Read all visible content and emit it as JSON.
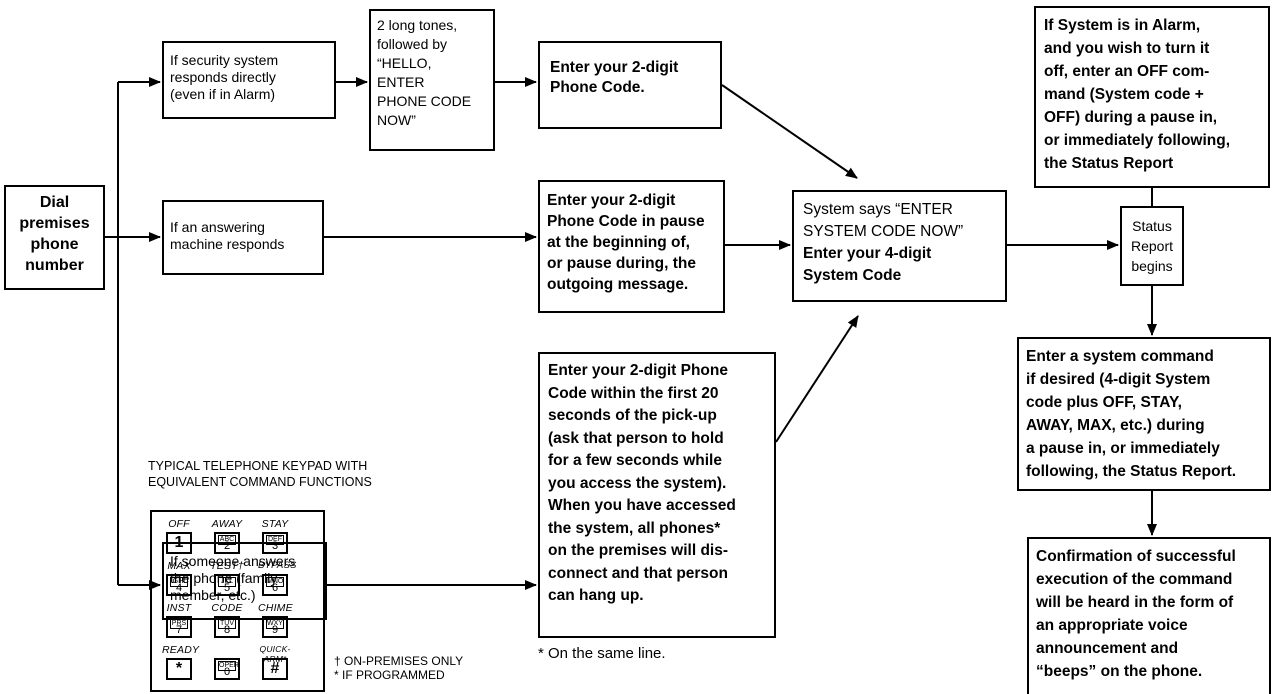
{
  "boxes": {
    "dial": [
      "Dial",
      "premises",
      "phone",
      "number"
    ],
    "security_responds": [
      "If security system",
      "responds directly",
      "(even if in Alarm)"
    ],
    "long_tones": [
      "2 long tones,",
      "followed by",
      "“HELLO,",
      "ENTER",
      "PHONE CODE",
      "NOW”"
    ],
    "enter_phone_code_1": [
      "Enter your 2-digit",
      "Phone Code."
    ],
    "answering_machine": [
      "If an answering",
      "machine responds"
    ],
    "enter_phone_code_2": [
      "Enter your 2-digit",
      "Phone Code in pause",
      "at the beginning of,",
      "or pause during, the",
      "outgoing message."
    ],
    "someone_answers": [
      "If someone answers",
      "the phone (family",
      "member, etc.)"
    ],
    "enter_phone_code_3": [
      "Enter your 2-digit Phone",
      "Code within the first 20",
      "seconds of the pick-up",
      "(ask that person to hold",
      "for a few seconds while",
      "you access the system).",
      "When you have accessed",
      "the system, all phones*",
      "on the premises will dis-",
      "connect and that person",
      "can hang up."
    ],
    "system_says": [
      "System says “ENTER",
      "SYSTEM CODE NOW”",
      "Enter your 4-digit",
      "System Code"
    ],
    "if_alarm": [
      "If System is in Alarm,",
      "and you wish to turn it",
      "off, enter an OFF com-",
      "mand (System code +",
      "OFF) during a pause in,",
      "or immediately following,",
      "the Status Report"
    ],
    "status_report": [
      "Status",
      "Report",
      "begins"
    ],
    "enter_command": [
      "Enter a system command",
      "if desired (4-digit System",
      "code plus OFF, STAY,",
      "AWAY, MAX, etc.) during",
      "a pause in, or immediately",
      "following, the Status Report."
    ],
    "confirmation": [
      "Confirmation of successful",
      "execution of the command",
      "will be heard in the form of",
      "an appropriate voice",
      "announcement and",
      "“beeps” on the phone."
    ]
  },
  "keypad_caption": [
    "TYPICAL TELEPHONE KEYPAD WITH",
    "EQUIVALENT COMMAND FUNCTIONS"
  ],
  "keypad_keys": [
    {
      "fn": "OFF",
      "letters": "",
      "digit": "1"
    },
    {
      "fn": "AWAY",
      "letters": "ABC",
      "digit": "2"
    },
    {
      "fn": "STAY",
      "letters": "DEF",
      "digit": "3"
    },
    {
      "fn": "MAX",
      "letters": "GHI",
      "digit": "4"
    },
    {
      "fn": "TEST†",
      "letters": "JKL",
      "digit": "5"
    },
    {
      "fn": "BYPASS",
      "letters": "MNO",
      "digit": "6"
    },
    {
      "fn": "INST",
      "letters": "PRS",
      "digit": "7"
    },
    {
      "fn": "CODE",
      "letters": "TUV",
      "digit": "8"
    },
    {
      "fn": "CHIME",
      "letters": "WXY",
      "digit": "9"
    },
    {
      "fn": "READY",
      "letters": "",
      "digit": "*"
    },
    {
      "fn": "",
      "letters": "OPER",
      "digit": "0"
    },
    {
      "fn": "QUICK-ARM*",
      "letters": "",
      "digit": "#"
    }
  ],
  "keypad_notes": [
    "† ON-PREMISES ONLY",
    "* IF PROGRAMMED"
  ],
  "footnote": "* On the same line."
}
